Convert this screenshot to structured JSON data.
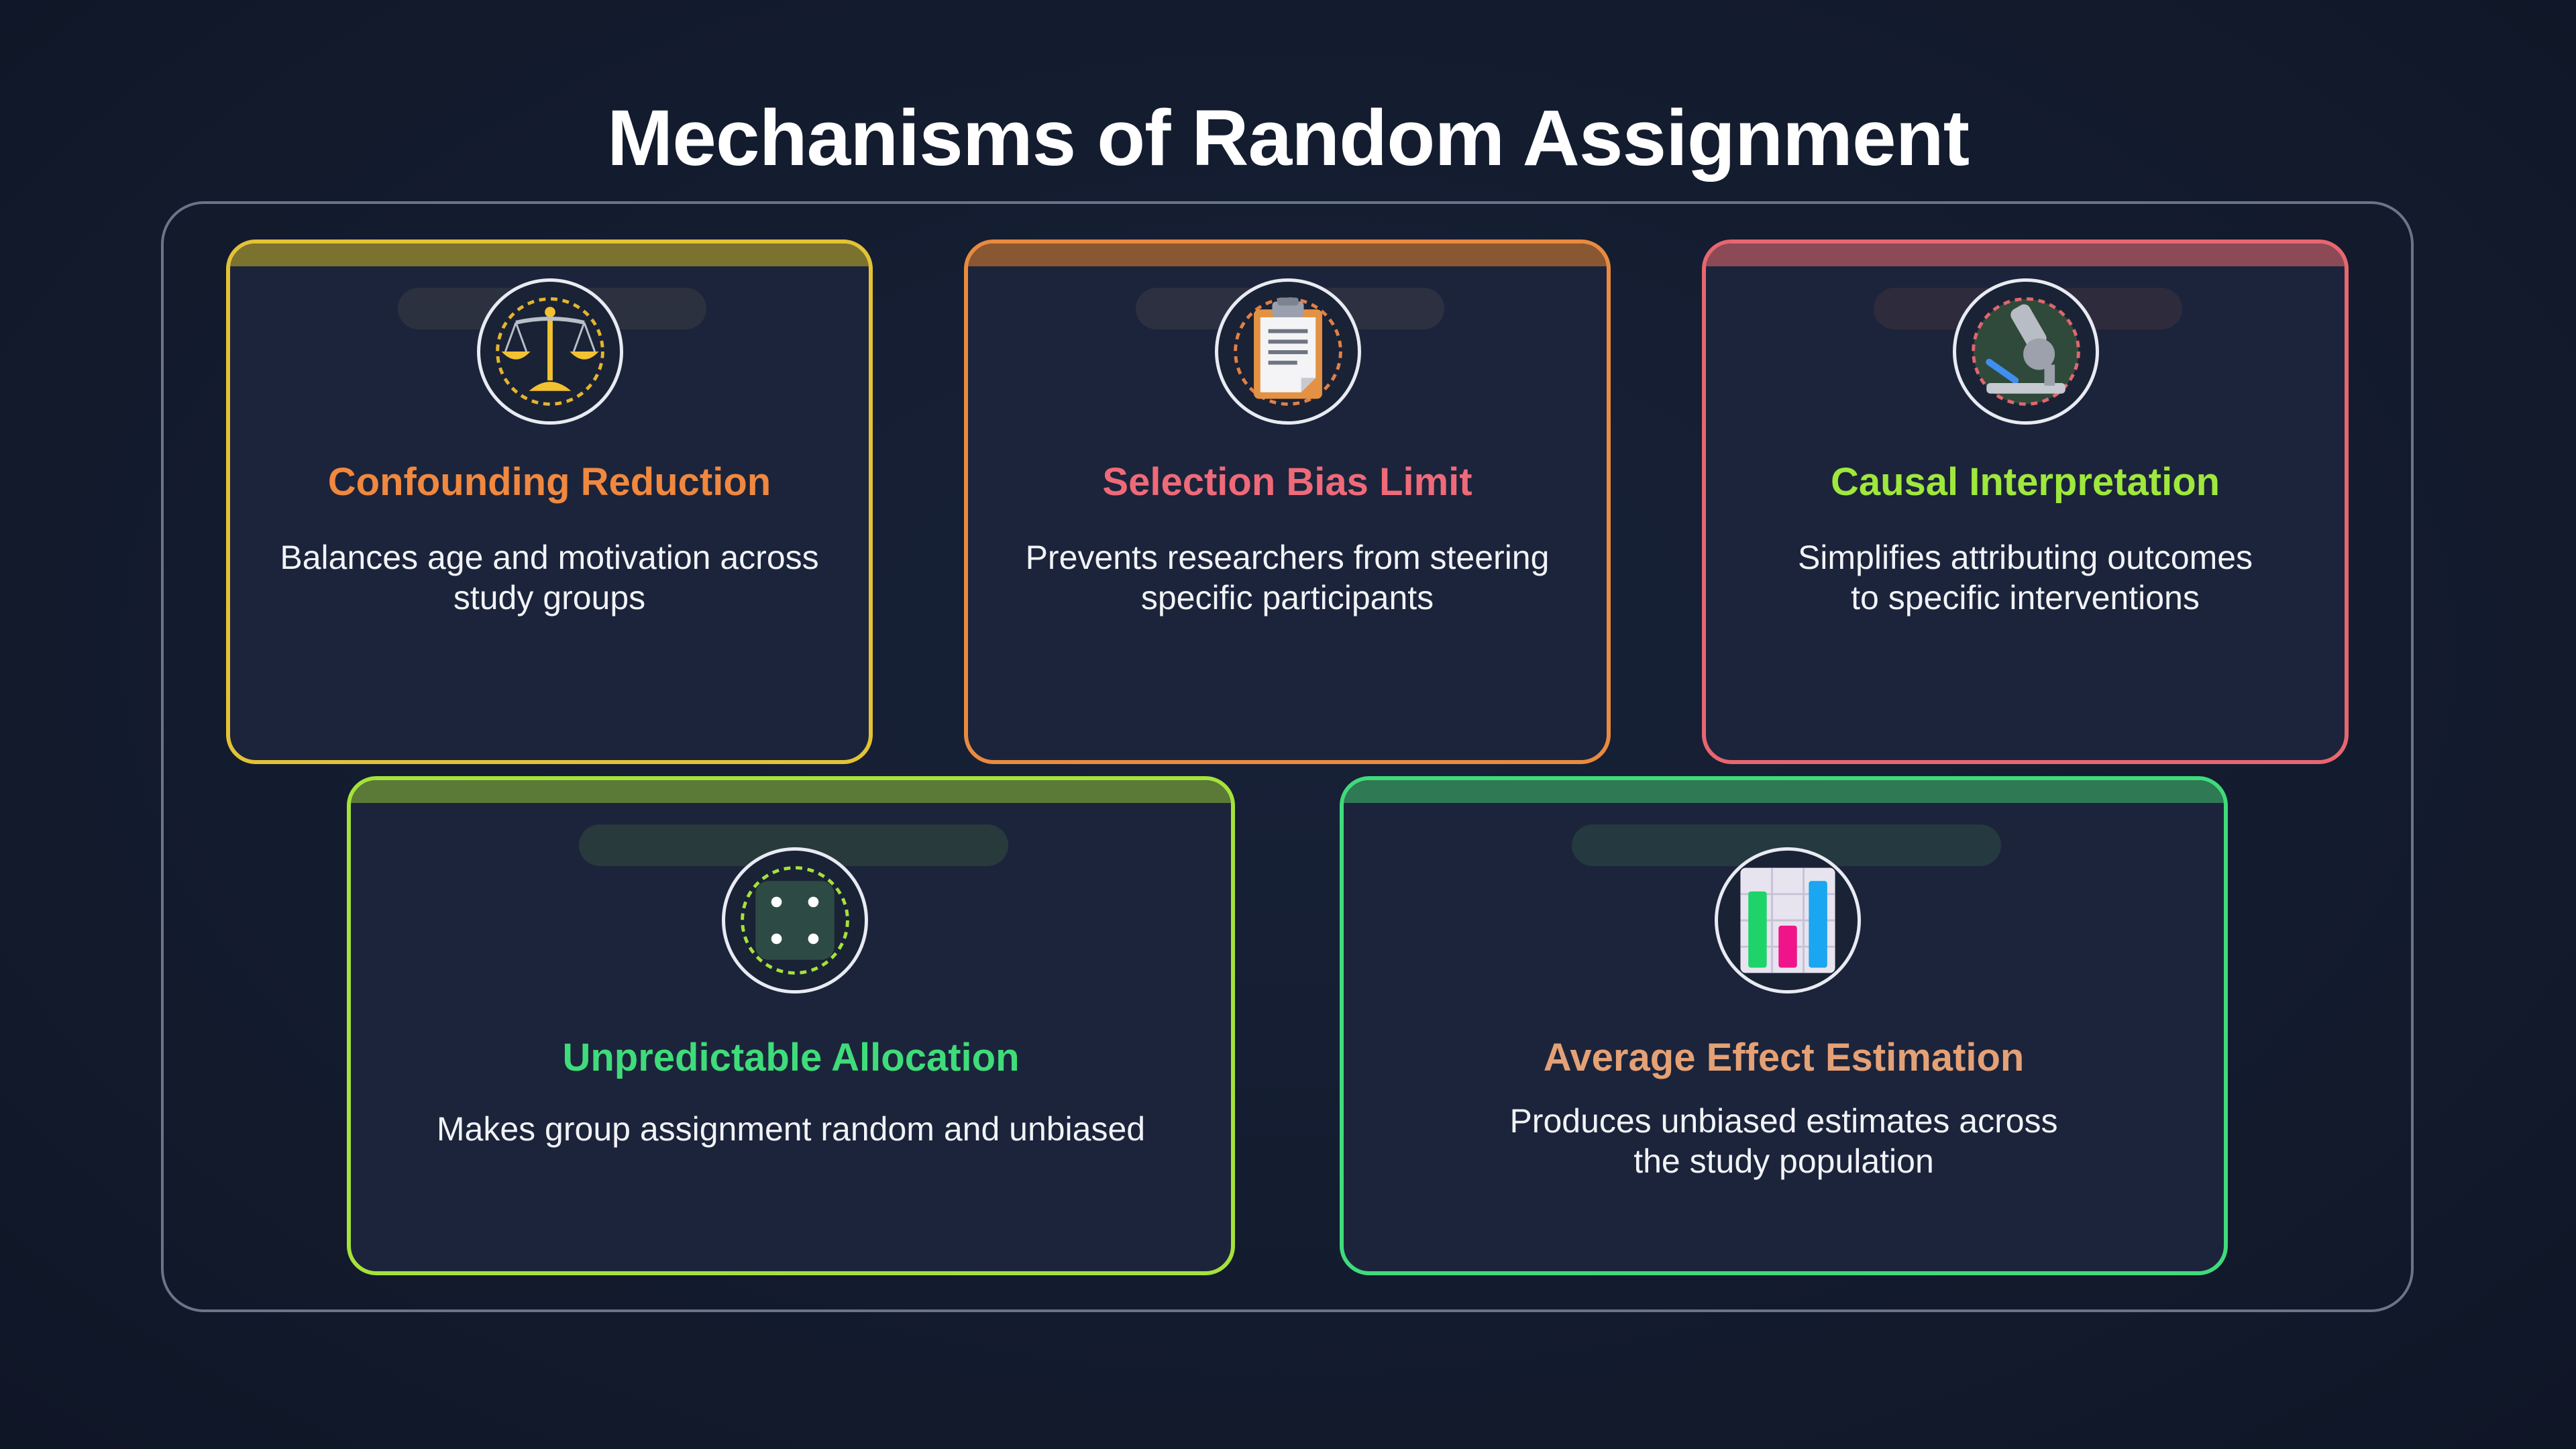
{
  "title": "Mechanisms of Random Assignment",
  "cards": [
    {
      "label": "Confounding Reduction",
      "desc_lines": [
        "Balances age and motivation across",
        "study groups"
      ],
      "border_color": "#e3c236",
      "label_color": "#f0883f",
      "icon": "balance-scale-icon"
    },
    {
      "label": "Selection Bias Limit",
      "desc_lines": [
        "Prevents researchers from steering",
        "specific participants"
      ],
      "border_color": "#ea8a3e",
      "label_color": "#ef6a79",
      "icon": "clipboard-icon"
    },
    {
      "label": "Causal Interpretation",
      "desc_lines": [
        "Simplifies attributing outcomes",
        "to specific interventions"
      ],
      "border_color": "#e8666f",
      "label_color": "#9fe83c",
      "icon": "microscope-icon"
    },
    {
      "label": "Unpredictable Allocation",
      "desc_lines": [
        "Makes group assignment random and unbiased"
      ],
      "border_color": "#a5e23a",
      "label_color": "#3fdc7a",
      "icon": "dice-icon"
    },
    {
      "label": "Average Effect Estimation",
      "desc_lines": [
        "Produces unbiased estimates across",
        "the study population"
      ],
      "border_color": "#3fdb7b",
      "label_color": "#e4a176",
      "icon": "bar-chart-icon"
    }
  ]
}
